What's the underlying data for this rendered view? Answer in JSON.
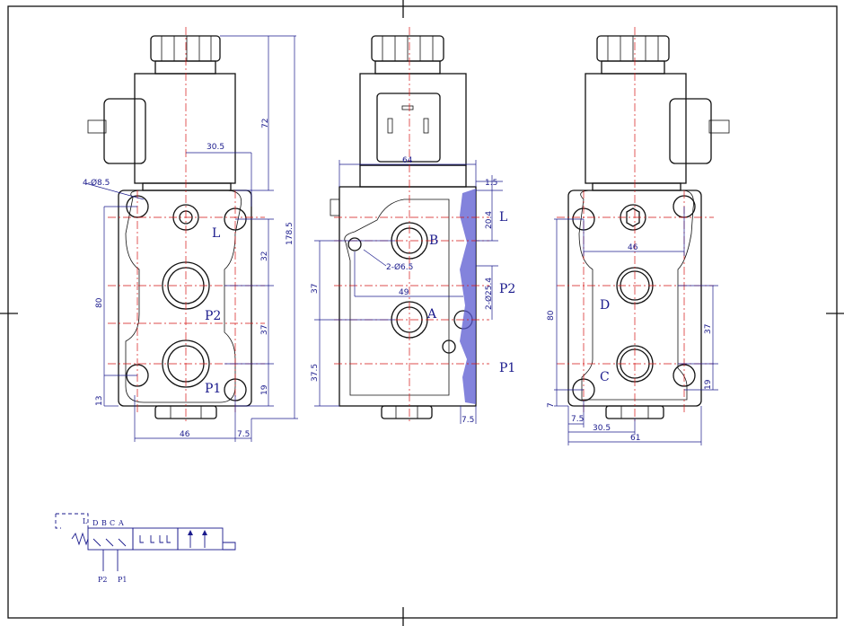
{
  "drawing": {
    "front_view": {
      "dims": {
        "d_72": "72",
        "d_1785": "178.5",
        "d_305": "30.5",
        "d_holes": "4-Ø8.5",
        "d_80": "80",
        "d_32": "32",
        "d_37": "37",
        "d_19": "19",
        "d_13": "13",
        "d_46": "46",
        "d_75": "7.5"
      },
      "ports": {
        "L": "L",
        "P2": "P2",
        "P1": "P1"
      }
    },
    "side_view": {
      "dims": {
        "d_64": "64",
        "d_15": "1.5",
        "d_204": "20.4",
        "d_holes": "2-Ø6.5",
        "d_49": "49",
        "d_25": "2-Ø25.4",
        "d_37": "37",
        "d_375": "37.5",
        "d_75": "7.5"
      },
      "ports": {
        "B": "B",
        "A": "A",
        "L": "L",
        "P2": "P2",
        "P1": "P1"
      }
    },
    "rear_view": {
      "dims": {
        "d_46": "46",
        "d_80": "80",
        "d_37": "37",
        "d_19": "19",
        "d_7": "7",
        "d_75": "7.5",
        "d_305": "30.5",
        "d_61": "61"
      },
      "ports": {
        "D": "D",
        "C": "C"
      }
    },
    "symbol": {
      "labels": {
        "L": "L",
        "D": "D",
        "B": "B",
        "C": "C",
        "A": "A",
        "P2": "P2",
        "P1": "P1"
      }
    }
  },
  "colors": {
    "outline": "#111111",
    "dimension": "#1a1a8c",
    "centerline": "#d41414"
  }
}
